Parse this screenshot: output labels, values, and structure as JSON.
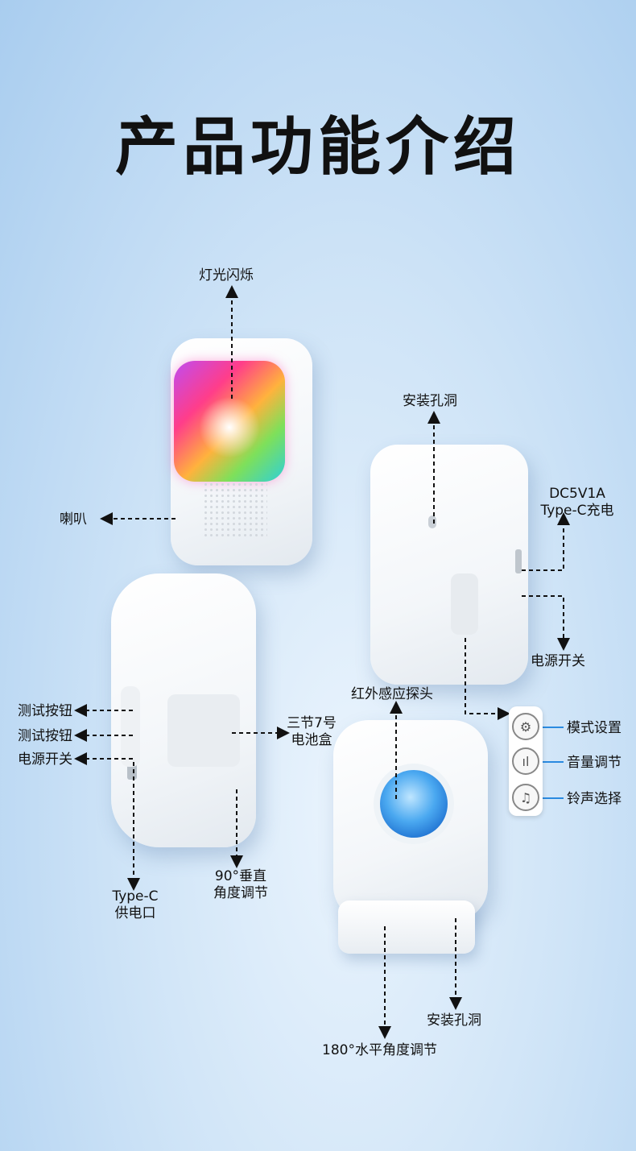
{
  "title": "产品功能介绍",
  "labels": {
    "light_flash": "灯光闪烁",
    "speaker": "喇叭",
    "install_hole_top": "安装孔洞",
    "dc_line1": "DC5V1A",
    "dc_line2": "Type-C充电",
    "power_switch_right": "电源开关",
    "test_button_1": "测试按钮",
    "test_button_2": "测试按钮",
    "power_switch_left": "电源开关",
    "battery_line1": "三节7号",
    "battery_line2": "电池盒",
    "ir_sensor": "红外感应探头",
    "mode_setting": "模式设置",
    "volume_adjust": "音量调节",
    "ringtone_select": "铃声选择",
    "typec_line1": "Type-C",
    "typec_line2": "供电口",
    "vertical_line1": "90°垂直",
    "vertical_line2": "角度调节",
    "install_hole_bottom": "安装孔洞",
    "horizontal_angle": "180°水平角度调节"
  },
  "icons": [
    "gear-icon",
    "volume-icon",
    "music-note-icon"
  ]
}
